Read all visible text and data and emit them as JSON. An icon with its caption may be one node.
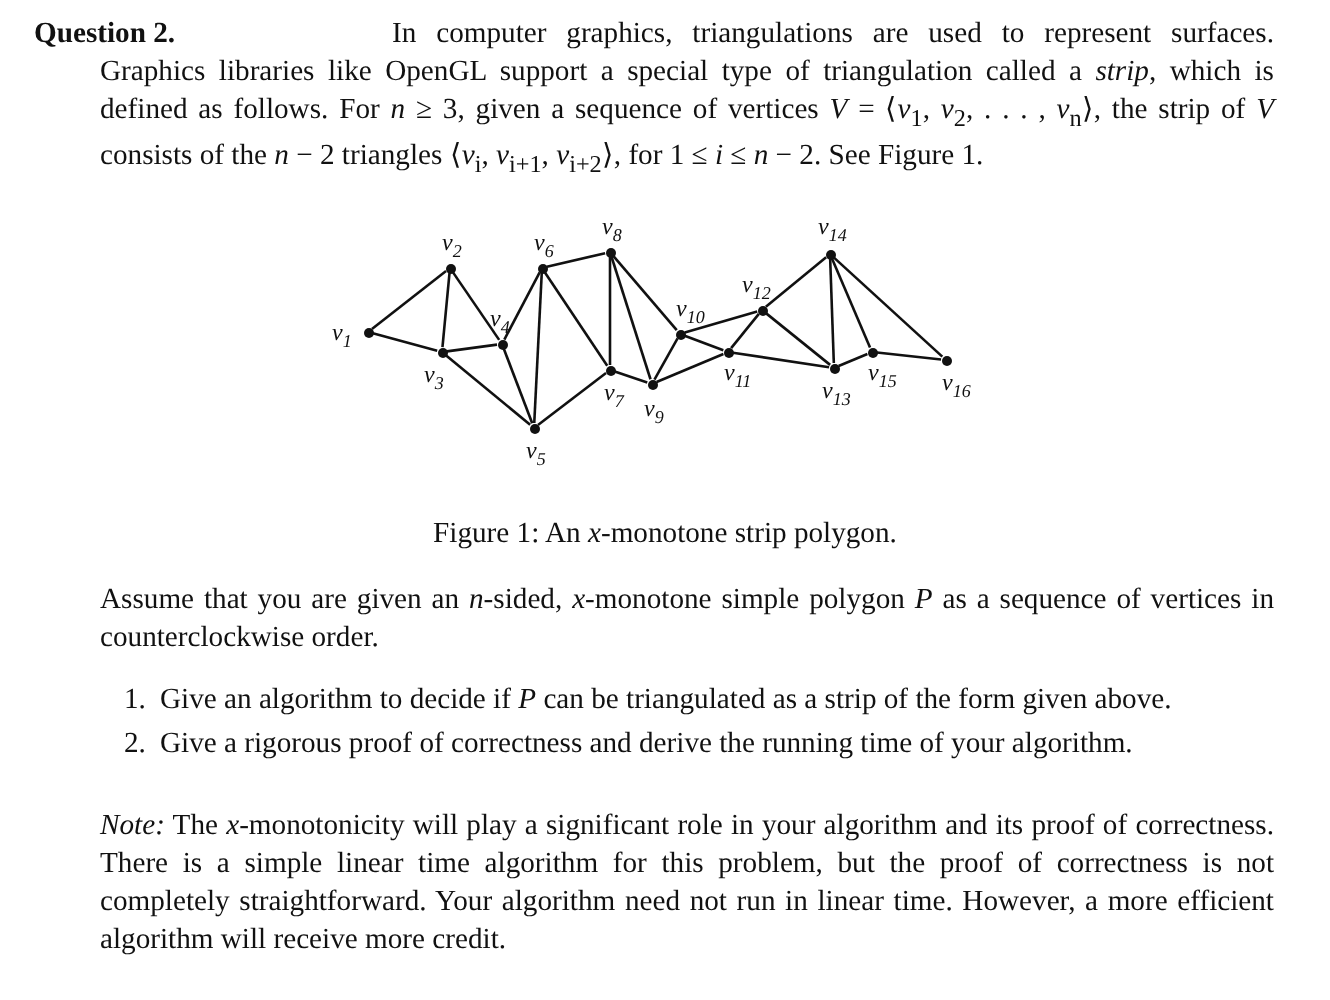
{
  "diagram": {
    "title": "Question 2.",
    "caption": "Figure 1: An *x*-monotone strip polygon.",
    "nodes": [
      {
        "text": [],
        "shape": "circle",
        "beside": [
          "v$_{1}$"
        ]
      },
      {
        "text": [],
        "shape": "circle",
        "beside": [
          "v$_{2}$"
        ]
      },
      {
        "text": [],
        "shape": "circle",
        "beside": [
          "v$_{3}$"
        ]
      },
      {
        "text": [],
        "shape": "circle",
        "beside": [
          "v$_{4}$"
        ]
      },
      {
        "text": [],
        "shape": "circle",
        "beside": [
          "v$_{5}$"
        ]
      },
      {
        "text": [],
        "shape": "circle",
        "beside": [
          "v$_{6}$"
        ]
      },
      {
        "text": [],
        "shape": "circle",
        "beside": [
          "v$_{7}$"
        ]
      },
      {
        "text": [],
        "shape": "circle",
        "beside": [
          "v$_{8}$"
        ]
      },
      {
        "text": [],
        "shape": "circle",
        "beside": [
          "v$_{9}$"
        ]
      },
      {
        "text": [],
        "shape": "circle",
        "beside": [
          "v$_{10}$"
        ]
      },
      {
        "text": [],
        "shape": "circle",
        "beside": [
          "v$_{11}$"
        ]
      },
      {
        "text": [],
        "shape": "circle",
        "beside": [
          "v$_{12}$"
        ]
      },
      {
        "text": [],
        "shape": "circle",
        "beside": [
          "v$_{13}$"
        ]
      },
      {
        "text": [],
        "shape": "circle",
        "beside": [
          "v$_{14}$"
        ]
      },
      {
        "text": [],
        "shape": "circle",
        "beside": [
          "v$_{15}$"
        ]
      },
      {
        "text": [],
        "shape": "circle",
        "beside": [
          "v$_{16}$"
        ]
      }
    ],
    "edges": [
      {
        "from": 0,
        "to": 1,
        "arrow": "none"
      },
      {
        "from": 0,
        "to": 2,
        "arrow": "none"
      },
      {
        "from": 1,
        "to": 2,
        "arrow": "none"
      },
      {
        "from": 1,
        "to": 3,
        "arrow": "none"
      },
      {
        "from": 2,
        "to": 3,
        "arrow": "none"
      },
      {
        "from": 2,
        "to": 4,
        "arrow": "none"
      },
      {
        "from": 3,
        "to": 4,
        "arrow": "none"
      },
      {
        "from": 3,
        "to": 5,
        "arrow": "none"
      },
      {
        "from": 4,
        "to": 5,
        "arrow": "none"
      },
      {
        "from": 4,
        "to": 6,
        "arrow": "none"
      },
      {
        "from": 5,
        "to": 6,
        "arrow": "none"
      },
      {
        "from": 5,
        "to": 7,
        "arrow": "none"
      },
      {
        "from": 6,
        "to": 7,
        "arrow": "none"
      },
      {
        "from": 6,
        "to": 8,
        "arrow": "none"
      },
      {
        "from": 7,
        "to": 8,
        "arrow": "none"
      },
      {
        "from": 7,
        "to": 9,
        "arrow": "none"
      },
      {
        "from": 8,
        "to": 9,
        "arrow": "none"
      },
      {
        "from": 8,
        "to": 10,
        "arrow": "none"
      },
      {
        "from": 9,
        "to": 10,
        "arrow": "none"
      },
      {
        "from": 9,
        "to": 11,
        "arrow": "none"
      },
      {
        "from": 10,
        "to": 11,
        "arrow": "none"
      },
      {
        "from": 10,
        "to": 12,
        "arrow": "none"
      },
      {
        "from": 11,
        "to": 12,
        "arrow": "none"
      },
      {
        "from": 11,
        "to": 13,
        "arrow": "none"
      },
      {
        "from": 12,
        "to": 13,
        "arrow": "none"
      },
      {
        "from": 12,
        "to": 14,
        "arrow": "none"
      },
      {
        "from": 13,
        "to": 14,
        "arrow": "none"
      },
      {
        "from": 13,
        "to": 15,
        "arrow": "none"
      },
      {
        "from": 14,
        "to": 15,
        "arrow": "none"
      }
    ],
    "labels": [
      "In computer graphics, triangulations are used to represent surfaces. Graphics libraries like OpenGL support a special type of triangulation called a *strip*, which is defined as follows. For *n* ≥ 3, given a sequence of vertices *V* = ⟨*v*$_{1}$, *v*$_{2}$, . . . , *v*$_{n}$⟩, the strip of *V* consists of the *n* − 2 triangles ⟨*v*$_{i}$, *v*$_{i+1}$, *v*$_{i+2}$⟩, for 1 ≤ *i* ≤ *n* − 2. See Figure 1.",
      "Assume that you are given an *n*-sided, *x*-monotone simple polygon *P* as a sequence of vertices in counterclockwise order.",
      "1.",
      "Give an algorithm to decide if *P* can be triangulated as a strip of the form given above.",
      "2.",
      "Give a rigorous proof of correctness and derive the running time of your algorithm.",
      "*Note:* The *x*-monotonicity will play a significant role in your algorithm and its proof of correctness. There is a simple linear time algorithm for this problem, but the proof of correctness is not completely straightforward. Your algorithm need not run in linear time. However, a more efficient algorithm will receive more credit."
    ]
  }
}
